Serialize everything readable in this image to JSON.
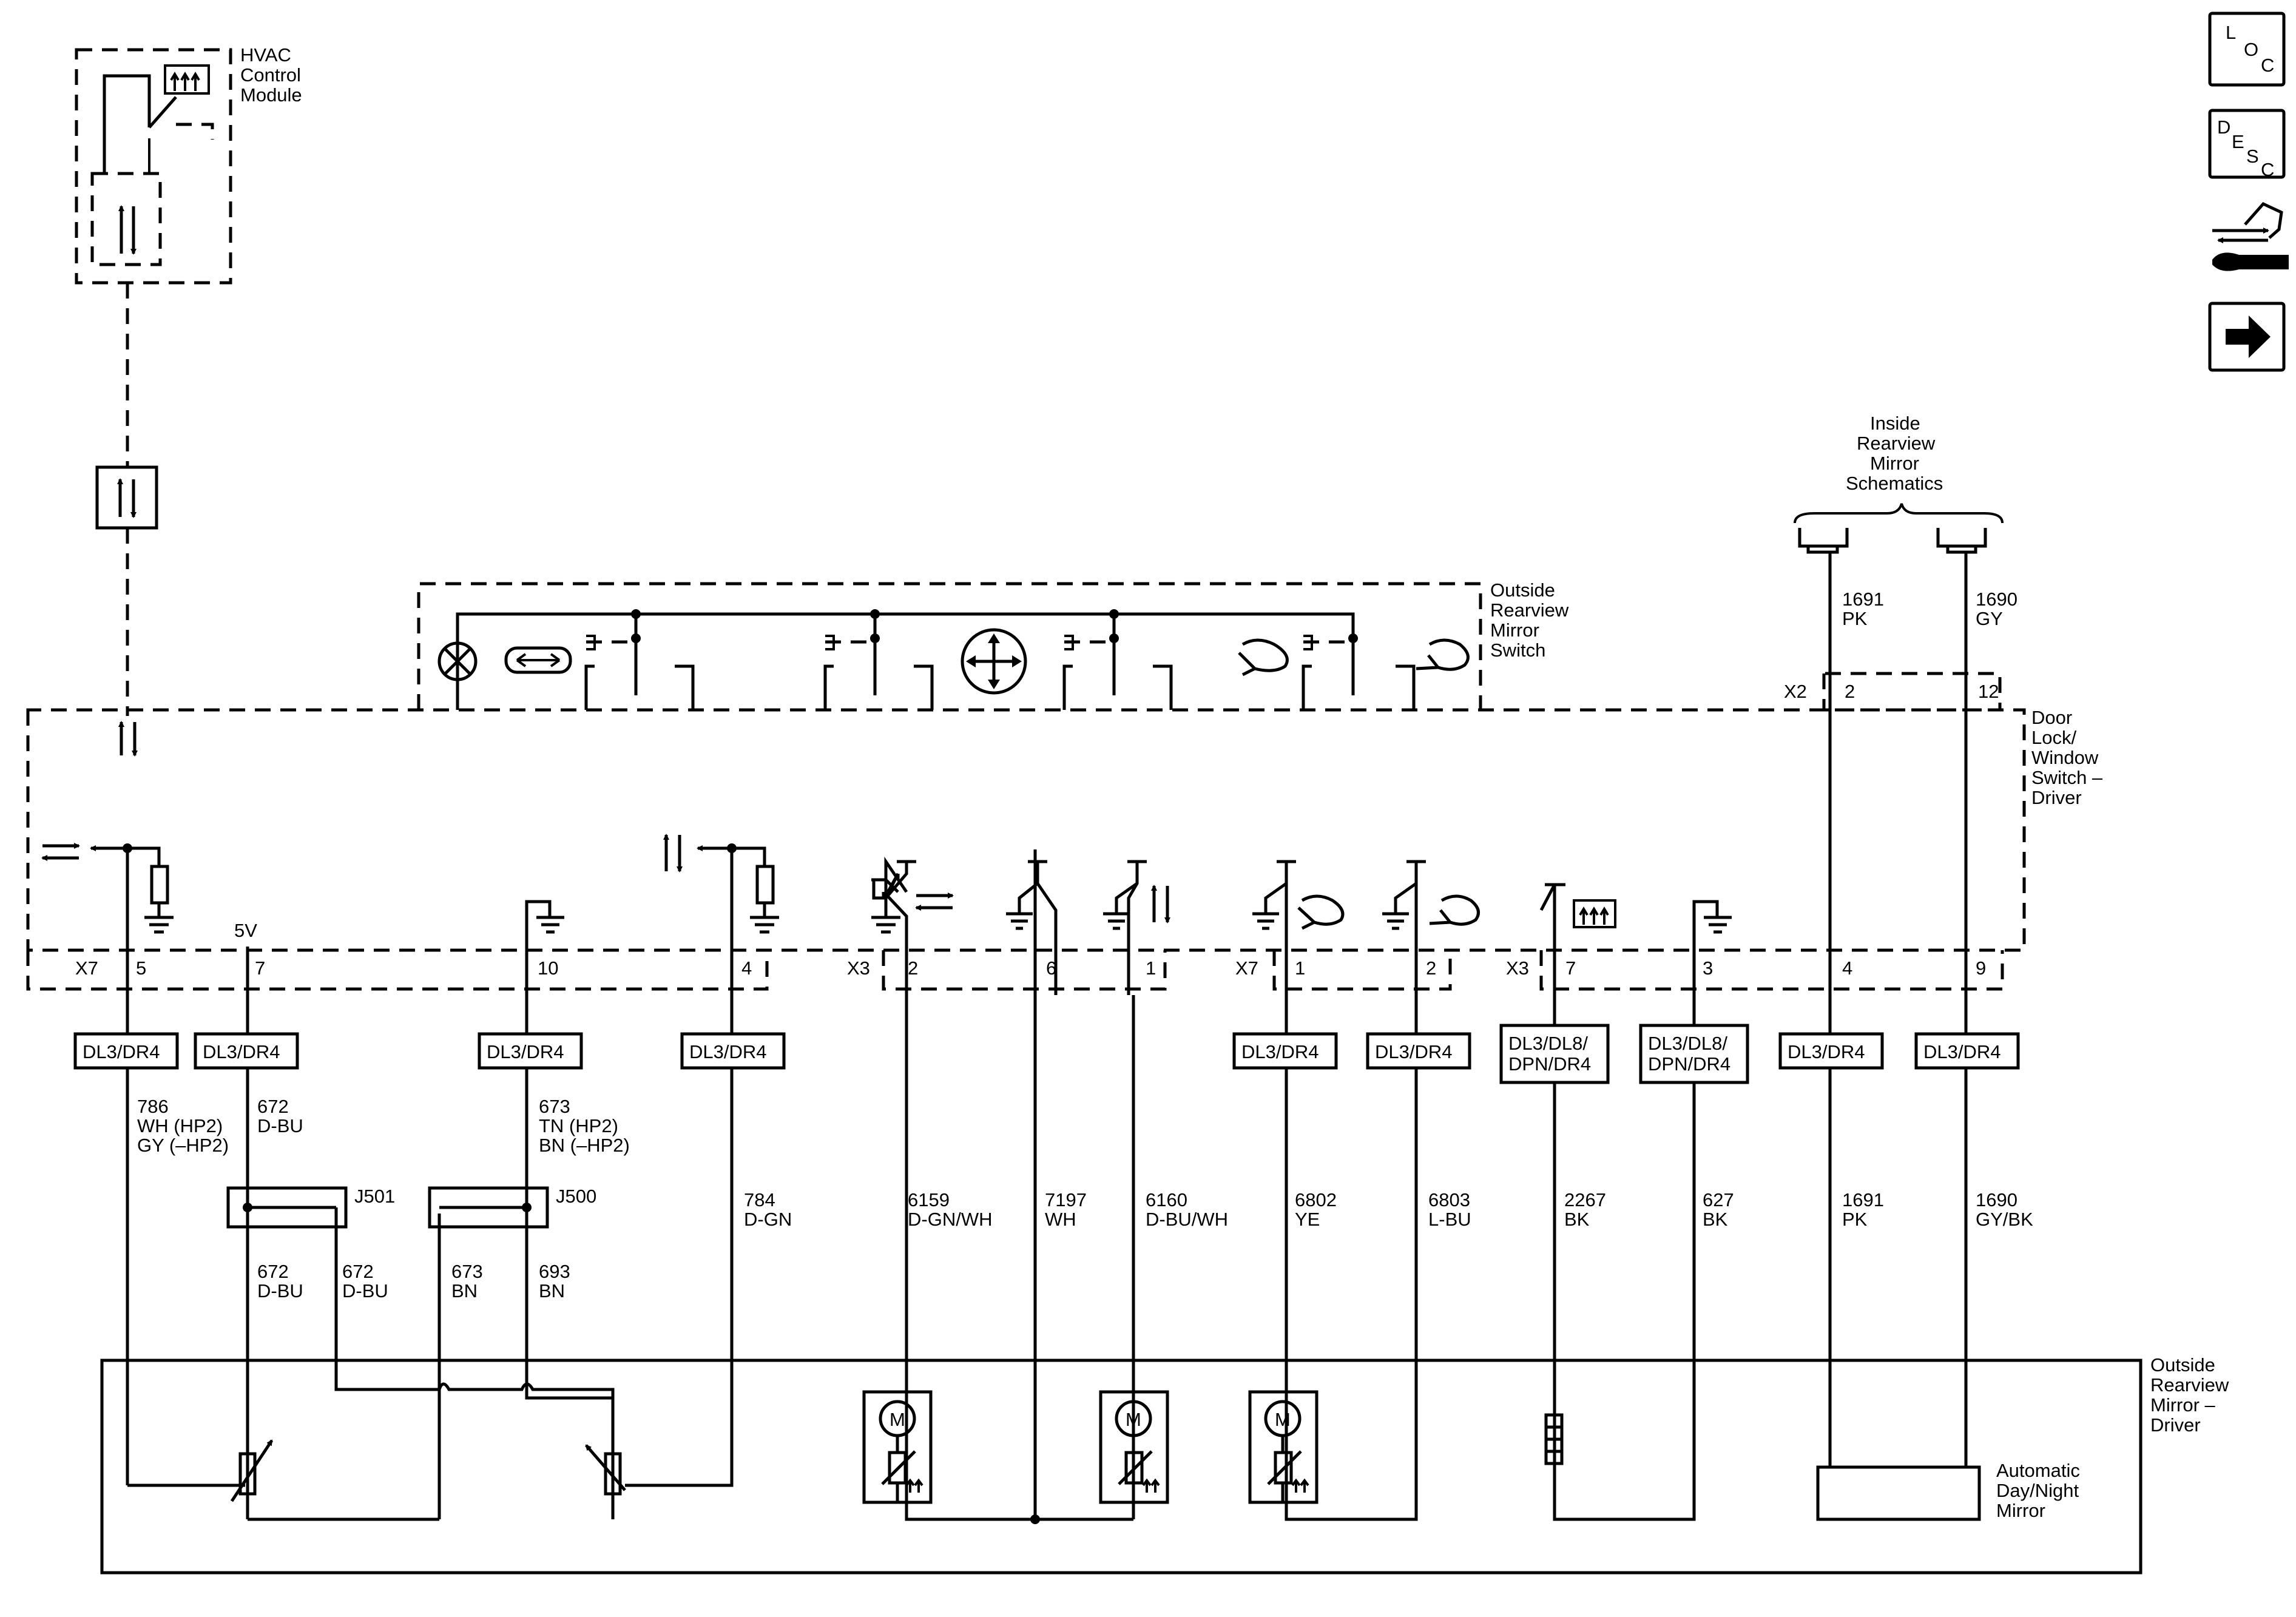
{
  "labels": {
    "hvac": [
      "HVAC",
      "Control",
      "Module"
    ],
    "orms": [
      "Outside",
      "Rearview",
      "Mirror",
      "Switch"
    ],
    "dlws": [
      "Door",
      "Lock/",
      "Window",
      "Switch –",
      "Driver"
    ],
    "irm": [
      "Inside",
      "Rearview",
      "Mirror",
      "Schematics"
    ],
    "ormd": [
      "Outside",
      "Rearview",
      "Mirror –",
      "Driver"
    ],
    "adn": [
      "Automatic",
      "Day/Night",
      "Mirror"
    ]
  },
  "nav": {
    "loc": [
      "L",
      "O",
      "C"
    ],
    "desc": [
      "D",
      "E",
      "S",
      "C"
    ],
    "repair_icon": "repair-tools-icon",
    "next_icon": "arrow-right-icon"
  },
  "connectors": {
    "x7": "X7",
    "x3": "X3",
    "x2": "X2",
    "j501": "J501",
    "j500": "J500",
    "pins": [
      "5",
      "7",
      "10",
      "4",
      "2",
      "6",
      "1",
      "1",
      "2",
      "7",
      "3",
      "4",
      "9",
      "2",
      "12"
    ]
  },
  "v5": "5V",
  "options": [
    "DL3/DR4",
    "DL3/DR4",
    "DL3/DR4",
    "DL3/DR4",
    "DL3/DR4",
    "DL3/DR4",
    "DL3/DL8/",
    "DPN/DR4",
    "DL3/DL8/",
    "DPN/DR4",
    "DL3/DR4",
    "DL3/DR4"
  ],
  "circuits": [
    [
      "786",
      "WH (HP2)",
      "GY (–HP2)"
    ],
    [
      "672",
      "D-BU"
    ],
    [
      "673",
      "TN (HP2)",
      "BN (–HP2)"
    ],
    [
      "784",
      "D-GN"
    ],
    [
      "6159",
      "D-GN/WH"
    ],
    [
      "7197",
      "WH"
    ],
    [
      "6160",
      "D-BU/WH"
    ],
    [
      "6802",
      "YE"
    ],
    [
      "6803",
      "L-BU"
    ],
    [
      "2267",
      "BK"
    ],
    [
      "627",
      "BK"
    ],
    [
      "1691",
      "PK"
    ],
    [
      "1690",
      "GY/BK"
    ],
    [
      "672",
      "D-BU"
    ],
    [
      "672",
      "D-BU"
    ],
    [
      "673",
      "BN"
    ],
    [
      "693",
      "BN"
    ],
    [
      "1691",
      "PK"
    ],
    [
      "1690",
      "GY"
    ]
  ],
  "motor": [
    "M",
    "M",
    "M"
  ]
}
